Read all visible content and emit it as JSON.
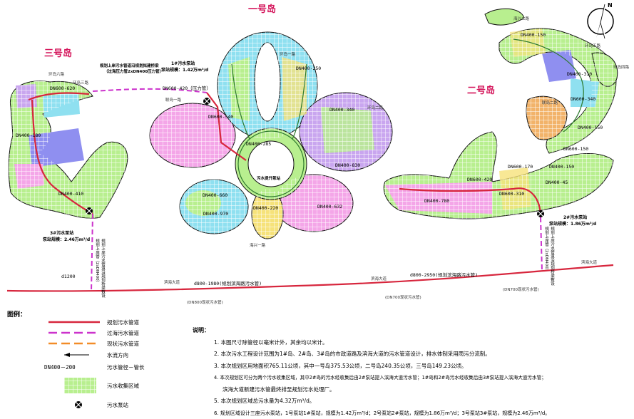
{
  "islands": {
    "island1": "一号岛",
    "island2": "二号岛",
    "island3": "三号岛"
  },
  "pipe_labels": [
    "DN600-620",
    "DN400-180",
    "DN400-410",
    "DN600-420（压力管）",
    "DN600-540",
    "DN400-285",
    "DN400-250",
    "DN400-340",
    "DN400-830",
    "DN400-660",
    "DN400-970",
    "DN400-220",
    "DN400-632",
    "DN600-420",
    "DN400-780",
    "DN600-310",
    "DN600-170",
    "DN400-150",
    "DN400-310",
    "DN600-340",
    "DN400-150",
    "DN600-150",
    "DN400-150",
    "DN400-45"
  ],
  "pumps": {
    "p1_name": "1#污水泵站",
    "p1_scale": "泵站规模：1.42万m³/d",
    "p2_name": "2#污水泵站",
    "p2_scale": "泵站规模：1.86万m³/d",
    "p3_name": "3#污水泵站",
    "p3_scale": "泵站规模：2.46万m³/d"
  },
  "annotations": {
    "bridge_line1": "规划上岸污水管道沿规划拟建桥梁",
    "bridge_line2": "（过海压力管2xDN400压力管）",
    "sewage_station": "污水提升泵站",
    "left_vert1": "规划上岸管（2xDN400）",
    "left_vert2": "规划上岸污水管道沿规划桥梁敷设",
    "right_vert1": "规划上岸管（2xDN400）",
    "right_vert2": "规划上岸污水管道沿规划桥梁敷设"
  },
  "roads": {
    "binhai1": "滨海大道",
    "binhai2": "滨海大道",
    "binhai3": "滨海大道",
    "d1200": "d1200",
    "d800_1980": "d800-1980(规划滨海路污水管)",
    "d800_2950": "d800-2950(规划滨海路污水管)",
    "dn800_exist": "(DN800现状污水管)",
    "dn700_exist1": "(DN700现状污水管)",
    "dn700_exist2": "(DN700现状污水管)",
    "huandao1": "环岛一路",
    "huandao2": "环岛二路",
    "huandao3": "环岛三路",
    "huandao4": "环岛四路",
    "huandao5": "环岛五路",
    "huandao6": "环岛六路",
    "lianhai1": "联岛一路",
    "lianhai2": "联岛二路",
    "haixing1": "海兴一路",
    "haixing2": "海兴二路"
  },
  "legend": {
    "title": "图例：",
    "items": [
      {
        "label": "规划污水管道",
        "color": "#d7263d"
      },
      {
        "label": "过海污水管道",
        "color": "#cc33cc"
      },
      {
        "label": "现状污水管道",
        "color": "#f28c28"
      },
      {
        "label": "水流方向",
        "color": "#000000"
      },
      {
        "label": "污水管径－管长",
        "prefix": "DN400－200",
        "color": "#000000"
      },
      {
        "label": "污水收集区域",
        "color": "#7ed957"
      },
      {
        "label": "污水泵站",
        "color": "#000000"
      }
    ]
  },
  "notes": {
    "title": "说明：",
    "items": [
      "1. 本图尺寸除管径以毫米计外，其余均以米计。",
      "2. 本次污水工程设计范围为1#岛、2#岛、3#岛的市政道路及滨海大道的污水管道设计，排水体制采用雨污分流制。",
      "3. 本次规划区用地面积765.11公顷，其中一号岛375.53公顷，二号岛240.35公顷，三号岛149.23公顷。",
      "4. 本次规划区可分为两个污水收集区域，其中2#岛的污水经收集后由2#泵站提入滨海大道污水管；1#岛和2#岛污水经收集后由3#泵站提入滨海大道污水管；",
      "滨海大道新建污水管最终排至规划污水处理厂。",
      "5. 本次规划区域总污水量为4.32万m³/d。",
      "6. 规划区域设计三座污水泵站，1号泵站1#泵站，规模为1.42万m³/d；2号泵站2#泵站，规模为1.86万m³/d；3号泵站3#泵站，规模为2.46万m³/d。"
    ]
  },
  "colors": {
    "planned_pipe": "#d7263d",
    "sea_pipe": "#cc33cc",
    "existing_pipe": "#f28c28",
    "zone_green": "#b8ef8f",
    "zone_pink": "#f4a6e8",
    "zone_blue": "#8f8ff0",
    "zone_cyan": "#8fe0f0",
    "zone_yellow": "#f6e27a",
    "zone_orange": "#f2b36a",
    "zone_lilac": "#c9a6ef"
  }
}
